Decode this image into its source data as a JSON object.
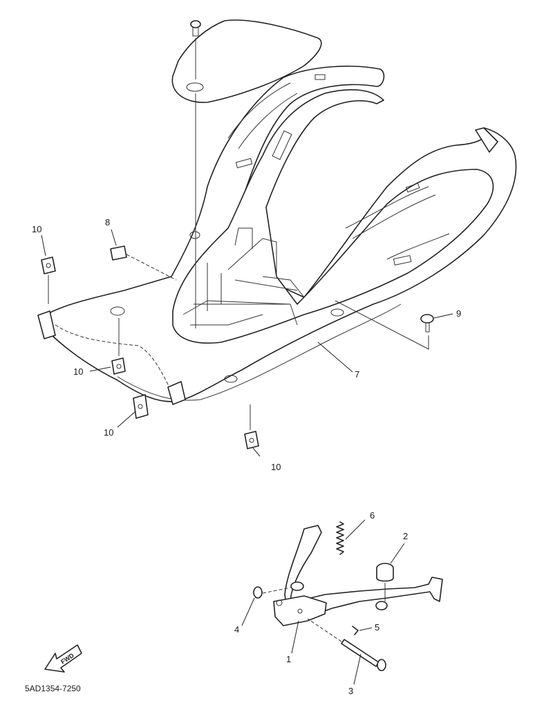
{
  "diagram": {
    "drawing_code": "5AD1354-7250",
    "fwd_label": "FWD",
    "callouts": {
      "c1": "1",
      "c2": "2",
      "c3": "3",
      "c4": "4",
      "c5": "5",
      "c6": "6",
      "c7": "7",
      "c8": "8",
      "c9": "9",
      "c10a": "10",
      "c10b": "10",
      "c10c": "10",
      "c10d": "10"
    }
  }
}
